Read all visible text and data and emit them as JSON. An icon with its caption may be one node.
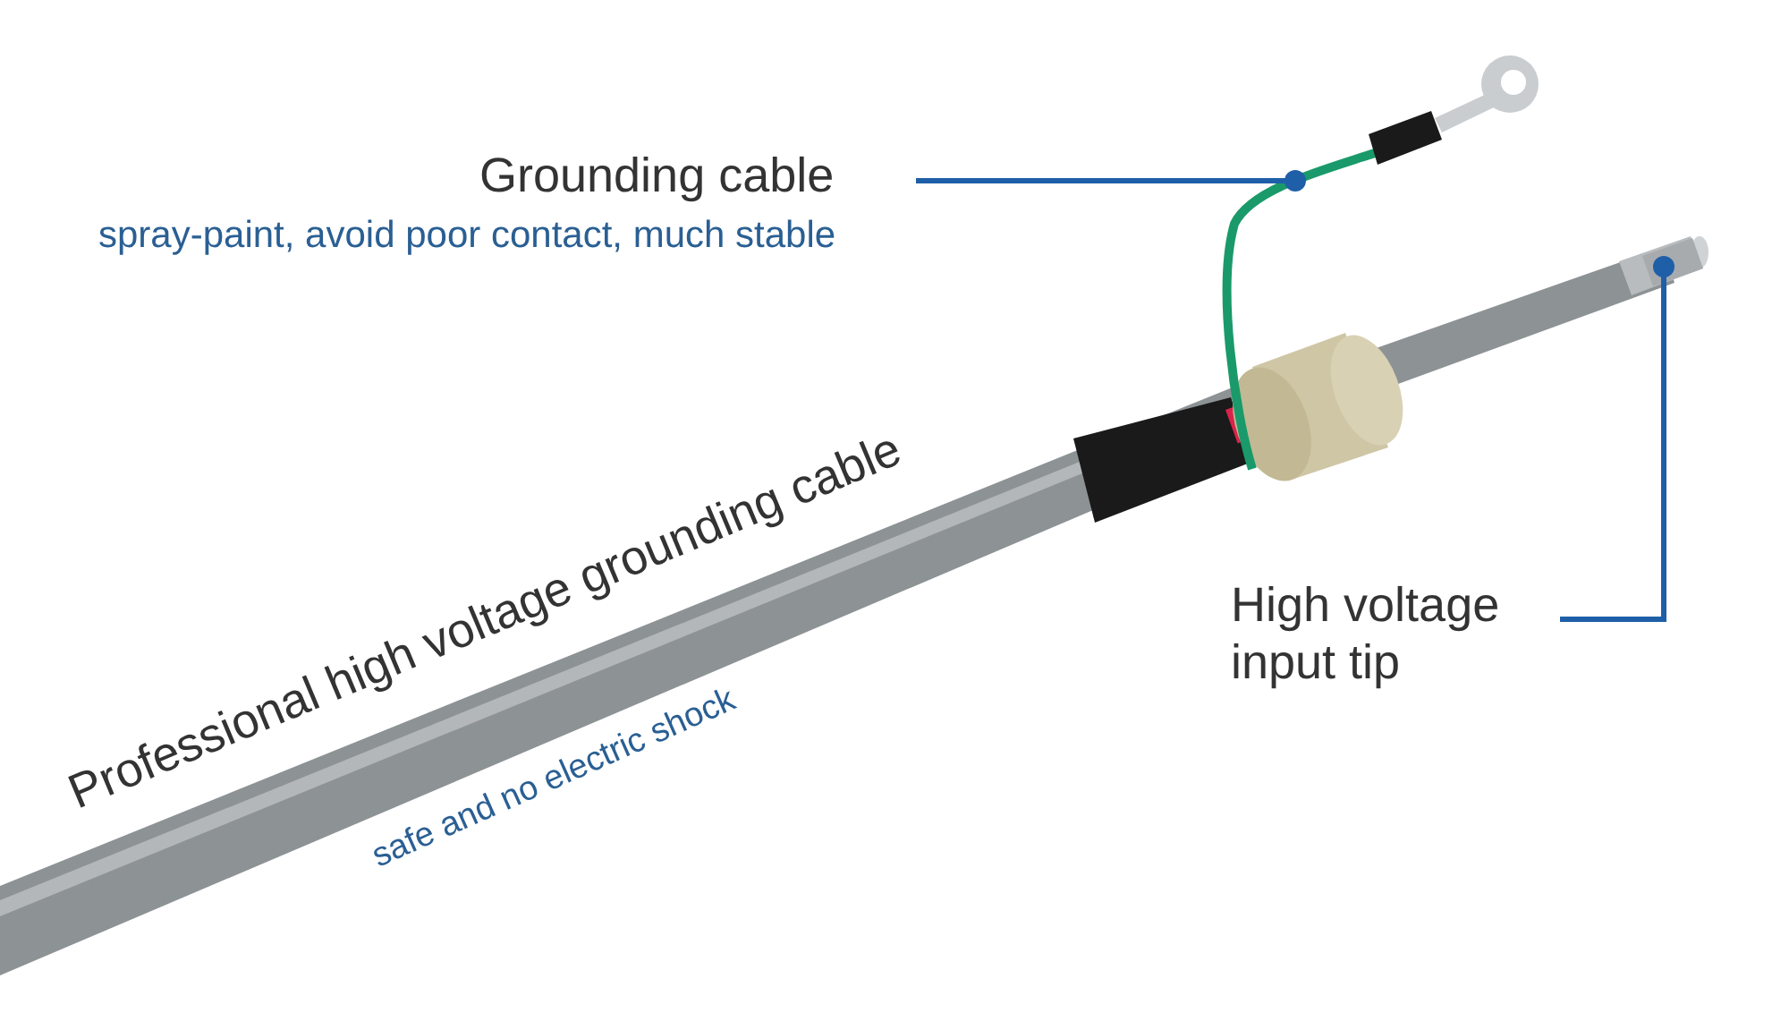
{
  "diagram": {
    "nodes": [
      {
        "text": [
          "Grounding cable"
        ]
      },
      {
        "text": [],
        "shape": "picture"
      },
      {
        "text": [
          "High voltage input tip"
        ]
      },
      {
        "text": [],
        "shape": "picture"
      }
    ],
    "edges": [
      {
        "from": 0,
        "to": 1,
        "arrow": "other"
      },
      {
        "from": 2,
        "to": 3,
        "arrow": "other"
      }
    ],
    "labels": [
      "spray-paint, avoid poor contact, much stable",
      "Professional high voltage grounding cable",
      "safe and no electric shock"
    ]
  }
}
